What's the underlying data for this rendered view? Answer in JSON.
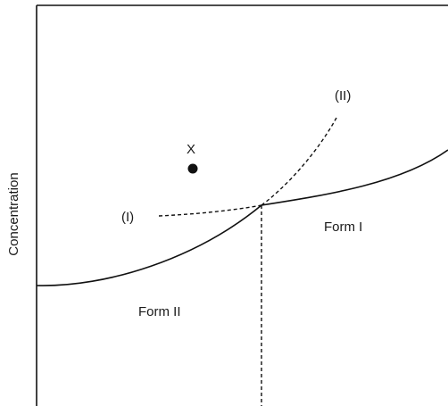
{
  "labels": {
    "y_axis": "Concentration",
    "point": "X",
    "curve_I": "(I)",
    "curve_II": "(II)",
    "region_form_I": "Form I",
    "region_form_II": "Form II"
  },
  "colors": {
    "line": "#111111",
    "text": "#1a1a1a",
    "background": "#ffffff"
  }
}
